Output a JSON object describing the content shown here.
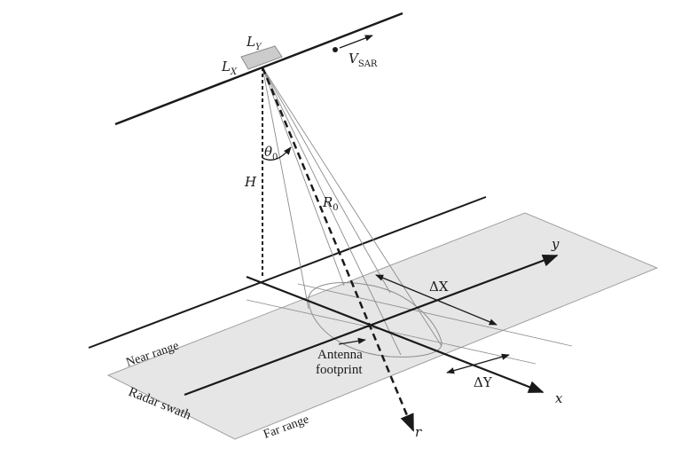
{
  "labels": {
    "ly": "L",
    "ly_sub": "Y",
    "lx": "L",
    "lx_sub": "X",
    "vsar": "V",
    "vsar_sub": "SAR",
    "theta": "θ",
    "theta_sub": "0",
    "h": "H",
    "r0": "R",
    "r0_sub": "0",
    "y_axis": "y",
    "x_axis": "x",
    "r_axis": "r",
    "delta_x": "ΔX",
    "delta_y": "ΔY",
    "near_range": "Near range",
    "far_range": "Far range",
    "radar_swath": "Radar swath",
    "antenna_footprint_1": "Antenna",
    "antenna_footprint_2": "footprint"
  },
  "colors": {
    "line": "#1a1a1a",
    "swath_fill": "#e6e6e6",
    "swath_stroke": "#a0a0a0",
    "antenna_fill": "#cccccc",
    "beam": "#8c8c8c"
  }
}
